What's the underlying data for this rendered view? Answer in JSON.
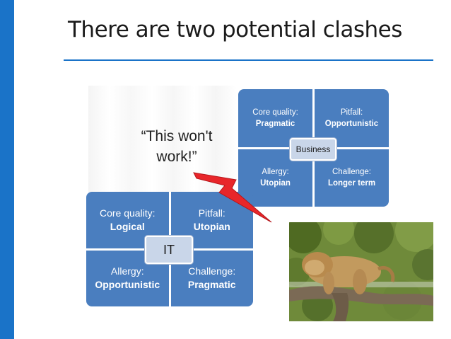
{
  "slide": {
    "title": "There are two potential clashes"
  },
  "quote": {
    "line1": "“This won't",
    "line2": "work!”"
  },
  "it_quadrant": {
    "center": "IT",
    "core_quality": {
      "label": "Core quality:",
      "value": "Logical"
    },
    "pitfall": {
      "label": "Pitfall:",
      "value": "Utopian"
    },
    "allergy": {
      "label": "Allergy:",
      "value": "Opportunistic"
    },
    "challenge": {
      "label": "Challenge:",
      "value": "Pragmatic"
    }
  },
  "business_quadrant": {
    "center": "Business",
    "core_quality": {
      "label": "Core quality:",
      "value": "Pragmatic"
    },
    "pitfall": {
      "label": "Pitfall:",
      "value": "Opportunistic"
    },
    "allergy": {
      "label": "Allergy:",
      "value": "Utopian"
    },
    "challenge": {
      "label": "Challenge:",
      "value": "Longer term"
    }
  },
  "colors": {
    "accent": "#1a73c8",
    "quadrant_cell": "#4a7ebf",
    "center_box": "#c9d6e9",
    "bolt": "#e8262a"
  },
  "icons": {
    "clash": "lightning-bolt-icon",
    "photo": "sleeping-lion-in-tree-photo"
  }
}
